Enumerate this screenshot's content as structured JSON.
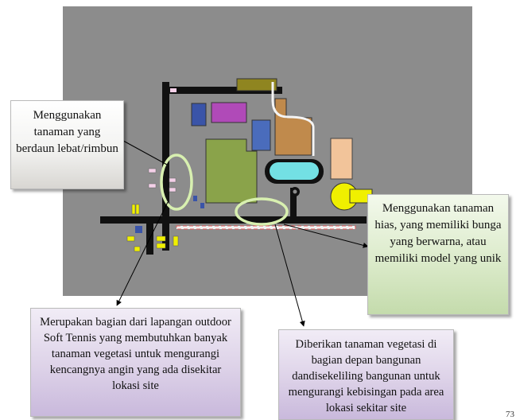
{
  "colors": {
    "site_background": "#8c8c8c",
    "road": "#111111",
    "field": "#8aa34a",
    "highlight_ring": "#d8f0b0",
    "pool": "#73e0e4",
    "yellow": "#f0f000",
    "callout_gray": "#f3f3f1",
    "callout_green": "#dcebcb",
    "callout_purple": "#ddd2e8"
  },
  "callouts": {
    "left": "Menggunakan tanaman yang berdaun lebat/rimbun",
    "right": "Menggunakan tanaman hias, yang memiliki bunga yang berwarna, atau memiliki model yang unik",
    "bottom_left": "Merupakan bagian dari lapangan outdoor Soft Tennis yang membutuhkan banyak tanaman vegetasi untuk mengurangi kencangnya angin yang ada disekitar lokasi site",
    "bottom_right": "Diberikan tanaman vegetasi di bagian depan bangunan dandisekeliling bangunan untuk mengurangi kebisingan pada area lokasi sekitar site"
  },
  "page_number": "73"
}
